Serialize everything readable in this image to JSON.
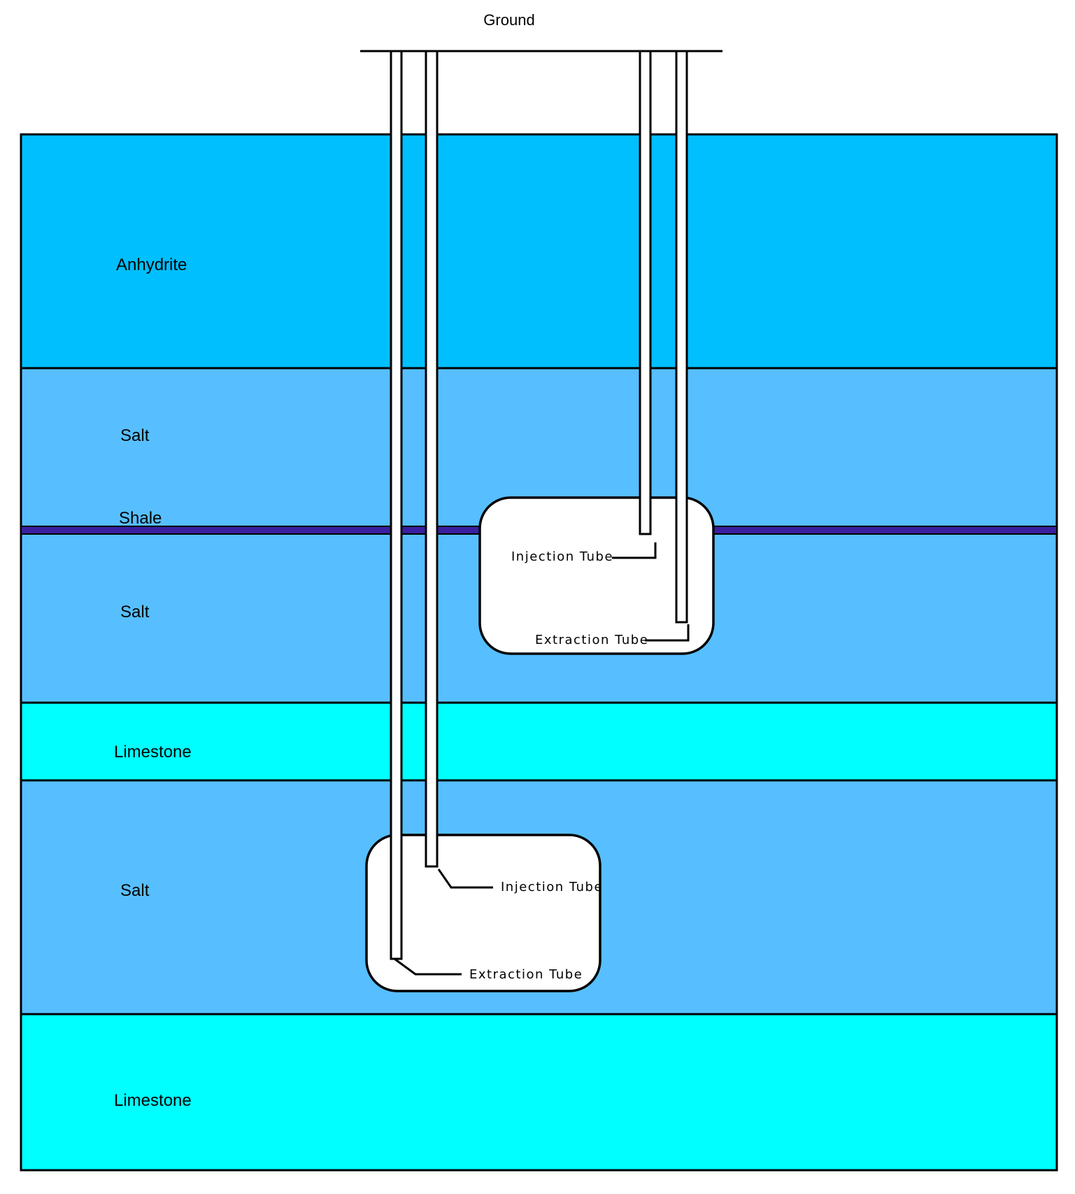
{
  "ground": {
    "label": "Ground"
  },
  "colors": {
    "anhydrite": "#00BFFF",
    "salt": "#57BFFF",
    "limestone": "#00FFFF",
    "shale": "#3A1FA0",
    "cavern": "#FFFFFF",
    "outline": "#000000"
  },
  "layers": [
    {
      "name": "anhydrite",
      "label": "Anhydrite"
    },
    {
      "name": "salt-upper",
      "label": "Salt"
    },
    {
      "name": "shale",
      "label": "Shale"
    },
    {
      "name": "salt-middle",
      "label": "Salt"
    },
    {
      "name": "limestone-upper",
      "label": "Limestone"
    },
    {
      "name": "salt-lower",
      "label": "Salt"
    },
    {
      "name": "limestone-lower",
      "label": "Limestone"
    }
  ],
  "upper_cavern": {
    "injection_label": "Injection Tube",
    "extraction_label": "Extraction Tube"
  },
  "lower_cavern": {
    "injection_label": "Injection Tube",
    "extraction_label": "Extraction Tube"
  }
}
